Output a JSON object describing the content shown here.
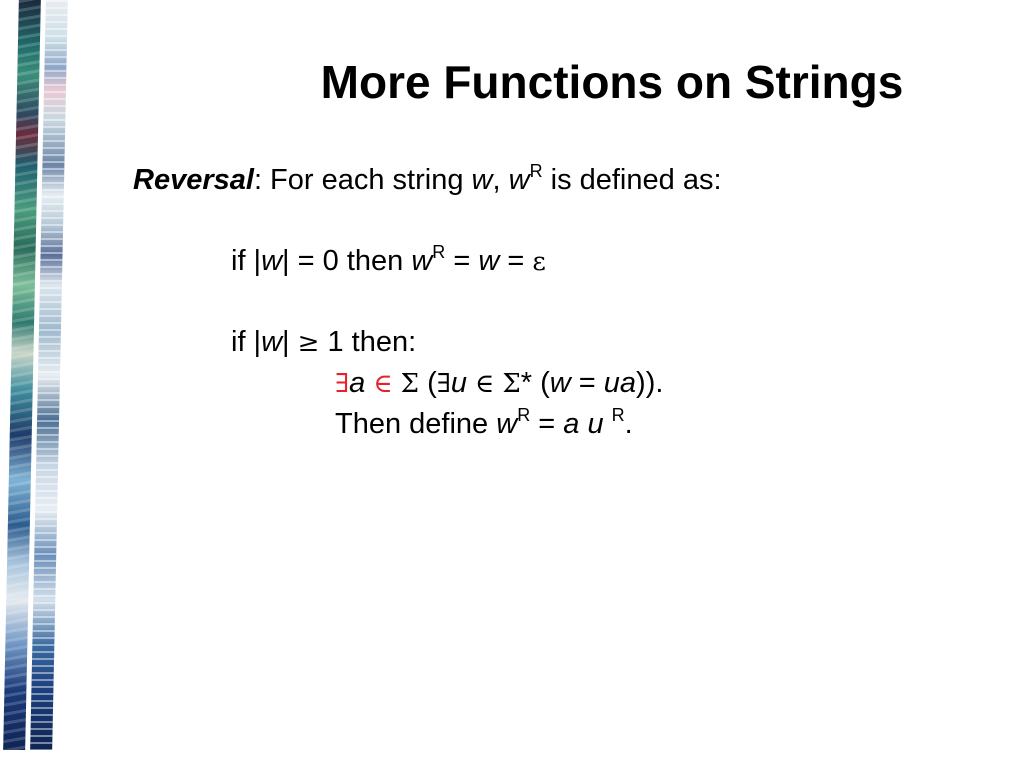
{
  "slide": {
    "title": "More Functions on Strings",
    "definition": {
      "term": "Reversal",
      "intro_colon": ":",
      "intro_text": " For each string ",
      "var_w": "w",
      "comma": ", ",
      "sup_R": "R",
      "intro_tail": " is defined as:"
    },
    "case1": {
      "prefix": "if |",
      "var_w": "w",
      "mid": "| = 0 then ",
      "var_w2": "w",
      "sup_R": "R",
      "eq1": " = ",
      "var_w3": "w",
      "eq2": " = ",
      "epsilon": "ε"
    },
    "case2": {
      "prefix": "if |",
      "var_w": "w",
      "bar": "| ",
      "geq": "≥",
      "tail": " 1 then:"
    },
    "exists_line": {
      "exists1": "∃",
      "var_a": "a",
      "elem1": "∈",
      "sigma1": "Σ",
      "open_paren": " (",
      "exists2": "∃",
      "var_u": "u",
      "elem2": "∈",
      "sigma2": "Σ",
      "star": "*",
      "open_paren2": " (",
      "var_w": "w",
      "eq": " = ",
      "var_ua": "ua",
      "close": "))."
    },
    "define_line": {
      "prefix": "Then define ",
      "var_w": "w",
      "sup_R": "R",
      "eq": " = ",
      "var_a": "a",
      "var_u": "u",
      "sup_R2": "R",
      "period": "."
    }
  },
  "colors": {
    "accent_red": "#e8202a",
    "text": "#000000",
    "background": "#ffffff"
  }
}
